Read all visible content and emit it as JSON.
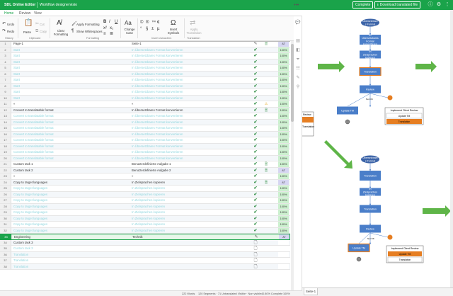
{
  "app": {
    "title": "SDL Online Editor",
    "document": "Workflow designervisio",
    "complete_label": "Complete",
    "download_label": "Download translated file"
  },
  "menu": {
    "tabs": [
      "Home",
      "Review",
      "View"
    ]
  },
  "ribbon": {
    "undo": "Undo",
    "redo": "Redo",
    "history": "History",
    "paste": "Paste",
    "cut": "Cut",
    "copy": "Copy",
    "clipboard": "Clipboard",
    "clear_formatting": "Clear Formatting",
    "apply_formatting": "Apply Formatting",
    "show_whitespaces": "Show Whitespaces",
    "formatting": "Formatting",
    "change_case": "Change Case",
    "insert_symbols": "Insert Symbols",
    "insert_characters": "Insert characters",
    "apply_translation": "Apply Translation",
    "translation": "Translation",
    "more": "•••"
  },
  "rows": [
    {
      "n": "1",
      "src": "Page-1",
      "tgt": "Seite-1",
      "st": "pen",
      "ic": "doc",
      "pct": "AT",
      "pc": "p",
      "lock": false
    },
    {
      "n": "2",
      "src": "Start",
      "tgt": "In Übersetzbares Format konvertieren",
      "st": "chk",
      "ic": "",
      "pct": "100%",
      "pc": "g",
      "lock": true
    },
    {
      "n": "3",
      "src": "Start",
      "tgt": "In Übersetzbares Format konvertieren",
      "st": "chk",
      "ic": "",
      "pct": "100%",
      "pc": "g",
      "lock": true
    },
    {
      "n": "4",
      "src": "Start",
      "tgt": "In Übersetzbares Format konvertieren",
      "st": "chk",
      "ic": "",
      "pct": "100%",
      "pc": "g",
      "lock": true
    },
    {
      "n": "5",
      "src": "Start",
      "tgt": "In Übersetzbares Format konvertieren",
      "st": "chk",
      "ic": "",
      "pct": "100%",
      "pc": "g",
      "lock": true
    },
    {
      "n": "6",
      "src": "Start",
      "tgt": "In Übersetzbares Format konvertieren",
      "st": "chk",
      "ic": "",
      "pct": "100%",
      "pc": "g",
      "lock": true
    },
    {
      "n": "7",
      "src": "Start",
      "tgt": "In Übersetzbares Format konvertieren",
      "st": "chk",
      "ic": "",
      "pct": "100%",
      "pc": "g",
      "lock": true
    },
    {
      "n": "8",
      "src": "Start",
      "tgt": "In Übersetzbares Format konvertieren",
      "st": "chk",
      "ic": "",
      "pct": "100%",
      "pc": "g",
      "lock": true
    },
    {
      "n": "9",
      "src": "Start",
      "tgt": "In Übersetzbares Format konvertieren",
      "st": "chk",
      "ic": "",
      "pct": "100%",
      "pc": "g",
      "lock": true
    },
    {
      "n": "10",
      "src": "Start",
      "tgt": "In Übersetzbares Format konvertieren",
      "st": "chk",
      "ic": "",
      "pct": "100%",
      "pc": "g",
      "lock": true
    },
    {
      "n": "11",
      "src": "«",
      "tgt": "«",
      "st": "chk",
      "ic": "warn",
      "pct": "100%",
      "pc": "g",
      "lock": false
    },
    {
      "n": "12",
      "src": "Convert to translatable format",
      "tgt": "In Übersetzbares Format konvertieren",
      "st": "chk",
      "ic": "doc",
      "pct": "100%",
      "pc": "g",
      "lock": false
    },
    {
      "n": "13",
      "src": "Convert to translatable format",
      "tgt": "In Übersetzbares Format konvertieren",
      "st": "chk",
      "ic": "",
      "pct": "100%",
      "pc": "g",
      "lock": true
    },
    {
      "n": "14",
      "src": "Convert to translatable format",
      "tgt": "In Übersetzbares Format konvertieren",
      "st": "chk",
      "ic": "",
      "pct": "100%",
      "pc": "g",
      "lock": true
    },
    {
      "n": "15",
      "src": "Convert to translatable format",
      "tgt": "In Übersetzbares Format konvertieren",
      "st": "chk",
      "ic": "",
      "pct": "100%",
      "pc": "g",
      "lock": true
    },
    {
      "n": "16",
      "src": "Convert to translatable format",
      "tgt": "In Übersetzbares Format konvertieren",
      "st": "chk",
      "ic": "",
      "pct": "100%",
      "pc": "g",
      "lock": true
    },
    {
      "n": "17",
      "src": "Convert to translatable format",
      "tgt": "In Übersetzbares Format konvertieren",
      "st": "chk",
      "ic": "",
      "pct": "100%",
      "pc": "g",
      "lock": true
    },
    {
      "n": "18",
      "src": "Convert to translatable format",
      "tgt": "In Übersetzbares Format konvertieren",
      "st": "chk",
      "ic": "",
      "pct": "100%",
      "pc": "g",
      "lock": true
    },
    {
      "n": "19",
      "src": "Convert to translatable format",
      "tgt": "In Übersetzbares Format konvertieren",
      "st": "chk",
      "ic": "",
      "pct": "100%",
      "pc": "g",
      "lock": true
    },
    {
      "n": "20",
      "src": "Convert to translatable format",
      "tgt": "In Übersetzbares Format konvertieren",
      "st": "chk",
      "ic": "",
      "pct": "100%",
      "pc": "g",
      "lock": true
    },
    {
      "n": "21",
      "src": "Custom task 1",
      "tgt": "Benutzerdefinierte Aufgabe 1",
      "st": "chk",
      "ic": "doc",
      "pct": "100%",
      "pc": "g",
      "lock": false
    },
    {
      "n": "22",
      "src": "Custom task 2",
      "tgt": "Benutzerdefinierte Aufgabe 2",
      "st": "chk",
      "ic": "doc",
      "pct": "AT",
      "pc": "p",
      "lock": false
    },
    {
      "n": "23",
      "src": "«",
      "tgt": "«",
      "st": "chk",
      "ic": "",
      "pct": "100%",
      "pc": "g",
      "lock": false
    },
    {
      "n": "24",
      "src": "Copy to target languages",
      "tgt": "In Zielsprachen kopieren",
      "st": "chk",
      "ic": "doc",
      "pct": "AT",
      "pc": "p",
      "lock": false
    },
    {
      "n": "25",
      "src": "Copy to target languages",
      "tgt": "In Zielsprachen kopieren",
      "st": "chk",
      "ic": "",
      "pct": "100%",
      "pc": "g",
      "lock": true
    },
    {
      "n": "26",
      "src": "Copy to target languages",
      "tgt": "In Zielsprachen kopieren",
      "st": "chk",
      "ic": "",
      "pct": "100%",
      "pc": "g",
      "lock": true
    },
    {
      "n": "27",
      "src": "Copy to target languages",
      "tgt": "In Zielsprachen kopieren",
      "st": "chk",
      "ic": "",
      "pct": "100%",
      "pc": "g",
      "lock": true
    },
    {
      "n": "28",
      "src": "Copy to target languages",
      "tgt": "In Zielsprachen kopieren",
      "st": "chk",
      "ic": "",
      "pct": "100%",
      "pc": "g",
      "lock": true
    },
    {
      "n": "29",
      "src": "Copy to target languages",
      "tgt": "In Zielsprachen kopieren",
      "st": "chk",
      "ic": "",
      "pct": "100%",
      "pc": "g",
      "lock": true
    },
    {
      "n": "30",
      "src": "Copy to target languages",
      "tgt": "In Zielsprachen kopieren",
      "st": "chk",
      "ic": "",
      "pct": "100%",
      "pc": "g",
      "lock": true
    },
    {
      "n": "31",
      "src": "Copy to target languages",
      "tgt": "In Zielsprachen kopieren",
      "st": "chk",
      "ic": "",
      "pct": "100%",
      "pc": "g",
      "lock": true
    },
    {
      "n": "32",
      "src": "Copy to target languages",
      "tgt": "In Zielsprachen kopieren",
      "st": "chk",
      "ic": "",
      "pct": "100%",
      "pc": "g",
      "lock": true
    },
    {
      "n": "33",
      "src": "Engineering",
      "tgt": "Technik",
      "st": "pen",
      "ic": "",
      "pct": "AT",
      "pc": "p",
      "lock": false,
      "sel": true
    },
    {
      "n": "34",
      "src": "Custom task 3",
      "tgt": "",
      "st": "doc",
      "ic": "",
      "pct": "",
      "pc": "e",
      "lock": false
    },
    {
      "n": "35",
      "src": "Custom task 3",
      "tgt": "",
      "st": "doc",
      "ic": "",
      "pct": "",
      "pc": "e",
      "lock": true
    },
    {
      "n": "36",
      "src": "Translation",
      "tgt": "",
      "st": "doc",
      "ic": "",
      "pct": "",
      "pc": "e",
      "lock": true
    },
    {
      "n": "37",
      "src": "Translation",
      "tgt": "",
      "st": "doc",
      "ic": "",
      "pct": "",
      "pc": "e",
      "lock": true
    },
    {
      "n": "38",
      "src": "Translation",
      "tgt": "",
      "st": "doc",
      "ic": "",
      "pct": "",
      "pc": "e",
      "lock": true
    }
  ],
  "status": {
    "words": "222 Words",
    "segments": "120 Segments · 71 Untranslated",
    "visible": "Visible · Non visible",
    "complete": "40.80% Complete",
    "zoom": "100%"
  },
  "diagram": {
    "nodes_top": [
      "Übersetzbare s Format",
      "In Übersetzbares Format konvertieren",
      "In Zielsprachen kopieren",
      "Translation",
      "Review",
      "Update TM"
    ],
    "nodes_bottom": [
      "Übersetzbare s Format",
      "Translation",
      "In Zielsprachen kopieren",
      "Translation",
      "Review",
      "Update TM"
    ],
    "side_top": {
      "title": "Implement Client Review",
      "r1": "Update TM",
      "r2": "Translation"
    },
    "side_bottom": {
      "title": "Implement Client Review",
      "r1": "Update TM",
      "r2": "Translation"
    },
    "left_panel": {
      "title": "Review",
      "r1": "Translation"
    },
    "edge_labels": [
      "Not OK",
      "Not OK"
    ],
    "page_tab": "Seite-1",
    "colors": {
      "node": "#4a7ec9",
      "highlight": "#e67e22",
      "arrow": "#5fb548",
      "start": "#3c64a8"
    }
  }
}
